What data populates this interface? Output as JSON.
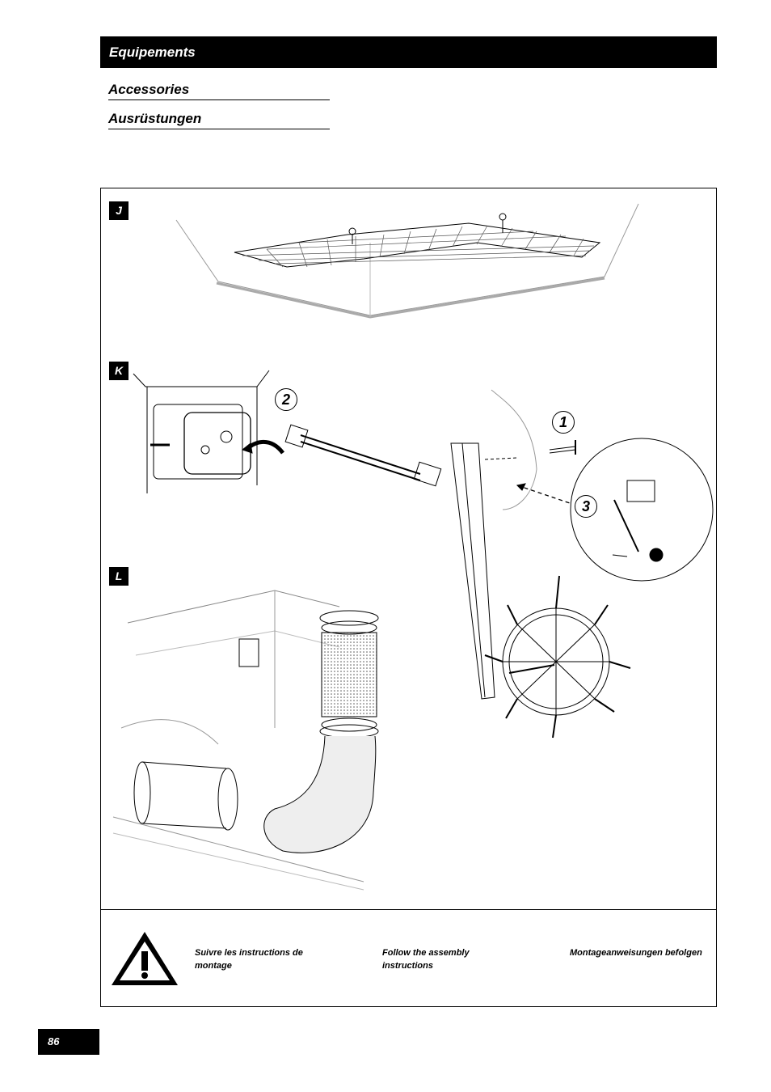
{
  "header": {
    "title": "Equipements"
  },
  "subtitles": {
    "english": "Accessories",
    "german": "Ausrüstungen"
  },
  "sections": {
    "j": "J",
    "k": "K",
    "l": "L"
  },
  "steps": {
    "one": "1",
    "two": "2",
    "three": "3"
  },
  "warning": {
    "icon": "warning-triangle-icon",
    "french": "Suivre les instructions de montage",
    "english": "Follow the assembly instructions",
    "german": "Montageanweisungen befolgen"
  },
  "footer": {
    "page_number": "86"
  }
}
